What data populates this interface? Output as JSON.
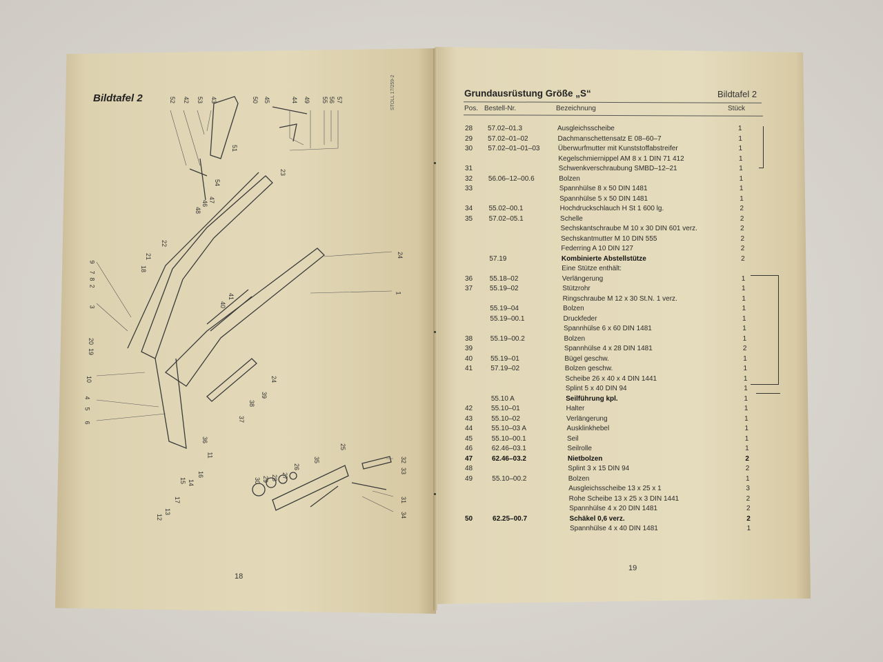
{
  "left_page": {
    "title": "Bildtafel 2",
    "stamp": "STOLL 17/259-2",
    "page_number": "18",
    "callouts": [
      "52",
      "42",
      "53",
      "43",
      "50",
      "45",
      "44",
      "49",
      "55",
      "56",
      "57",
      "51",
      "23",
      "48",
      "46",
      "47",
      "54",
      "9",
      "7",
      "8",
      "2",
      "3",
      "20",
      "19",
      "10",
      "4",
      "5",
      "6",
      "18",
      "21",
      "22",
      "24",
      "1",
      "40",
      "41",
      "39",
      "38",
      "37",
      "36",
      "11",
      "16",
      "14",
      "15",
      "17",
      "13",
      "12",
      "24",
      "25",
      "35",
      "26",
      "27",
      "28",
      "29",
      "30",
      "32",
      "33",
      "31",
      "34"
    ]
  },
  "right_page": {
    "title": "Grundausrüstung Größe „S“",
    "plate": "Bildtafel 2",
    "page_number": "19",
    "columns": {
      "pos": "Pos.",
      "nr": "Bestell-Nr.",
      "desc": "Bezeichnung",
      "qty": "Stück"
    },
    "rows": [
      {
        "pos": "28",
        "nr": "57.02–01.3",
        "desc": "Ausgleichsscheibe",
        "qty": "1"
      },
      {
        "pos": "29",
        "nr": "57.02–01–02",
        "desc": "Dachmanschettensatz E 08–60–7",
        "qty": "1"
      },
      {
        "pos": "30",
        "nr": "57.02–01–01–03",
        "desc": "Überwurfmutter mit Kunststoffabstreifer",
        "qty": "1"
      },
      {
        "pos": "",
        "nr": "",
        "desc": "Kegelschmiernippel AM 8 x 1 DIN 71 412",
        "qty": "1"
      },
      {
        "pos": "31",
        "nr": "",
        "desc": "Schwenkverschraubung SMBD–12–21",
        "qty": "1"
      },
      {
        "pos": "32",
        "nr": "56.06–12–00.6",
        "desc": "Bolzen",
        "qty": "1"
      },
      {
        "pos": "33",
        "nr": "",
        "desc": "Spannhülse 8 x 50 DIN 1481",
        "qty": "1"
      },
      {
        "pos": "",
        "nr": "",
        "desc": "Spannhülse 5 x 50 DIN 1481",
        "qty": "1"
      },
      {
        "pos": "34",
        "nr": "55.02–00.1",
        "desc": "Hochdruckschlauch  H St 1  600 lg.",
        "qty": "2"
      },
      {
        "pos": "35",
        "nr": "57.02–05.1",
        "desc": "Schelle",
        "qty": "2"
      },
      {
        "pos": "",
        "nr": "",
        "desc": "Sechskantschraube M 10 x 30 DIN 601 verz.",
        "qty": "2"
      },
      {
        "pos": "",
        "nr": "",
        "desc": "Sechskantmutter M 10 DIN 555",
        "qty": "2"
      },
      {
        "pos": "",
        "nr": "",
        "desc": "Federring A 10 DIN 127",
        "qty": "2"
      },
      {
        "pos": "",
        "nr": "57.19",
        "desc": "Kombinierte Abstellstütze",
        "qty": "2",
        "style": "descbold"
      },
      {
        "pos": "",
        "nr": "",
        "desc": "Eine Stütze enthält:",
        "qty": ""
      },
      {
        "pos": "36",
        "nr": "55.18–02",
        "desc": "Verlängerung",
        "qty": "1"
      },
      {
        "pos": "37",
        "nr": "55.19–02",
        "desc": "Stützrohr",
        "qty": "1"
      },
      {
        "pos": "",
        "nr": "",
        "desc": "Ringschraube M 12 x 30 St.N. 1 verz.",
        "qty": "1"
      },
      {
        "pos": "",
        "nr": "55.19–04",
        "desc": "Bolzen",
        "qty": "1"
      },
      {
        "pos": "",
        "nr": "55.19–00.1",
        "desc": "Druckfeder",
        "qty": "1"
      },
      {
        "pos": "",
        "nr": "",
        "desc": "Spannhülse 6 x 60 DIN 1481",
        "qty": "1"
      },
      {
        "pos": "38",
        "nr": "55.19–00.2",
        "desc": "Bolzen",
        "qty": "1"
      },
      {
        "pos": "39",
        "nr": "",
        "desc": "Spannhülse 4 x 28 DIN 1481",
        "qty": "2"
      },
      {
        "pos": "40",
        "nr": "55.19–01",
        "desc": "Bügel geschw.",
        "qty": "1"
      },
      {
        "pos": "41",
        "nr": "57.19–02",
        "desc": "Bolzen geschw.",
        "qty": "1"
      },
      {
        "pos": "",
        "nr": "",
        "desc": "Scheibe 26 x 40 x 4 DIN 1441",
        "qty": "1"
      },
      {
        "pos": "",
        "nr": "",
        "desc": "Splint 5 x 40 DIN 94",
        "qty": "1"
      },
      {
        "pos": "",
        "nr": "55.10 A",
        "desc": "Seilführung kpl.",
        "qty": "1",
        "style": "descbold"
      },
      {
        "pos": "42",
        "nr": "55.10–01",
        "desc": "Halter",
        "qty": "1"
      },
      {
        "pos": "43",
        "nr": "55.10–02",
        "desc": "Verlängerung",
        "qty": "1"
      },
      {
        "pos": "44",
        "nr": "55.10–03 A",
        "desc": "Ausklinkhebel",
        "qty": "1"
      },
      {
        "pos": "45",
        "nr": "55.10–00.1",
        "desc": "Seil",
        "qty": "1"
      },
      {
        "pos": "46",
        "nr": "62.46–03.1",
        "desc": "Seilrolle",
        "qty": "1"
      },
      {
        "pos": "47",
        "nr": "62.46–03.2",
        "desc": "Nietbolzen",
        "qty": "2",
        "style": "bold"
      },
      {
        "pos": "48",
        "nr": "",
        "desc": "Splint 3 x 15 DIN 94",
        "qty": "2"
      },
      {
        "pos": "49",
        "nr": "55.10–00.2",
        "desc": "Bolzen",
        "qty": "1"
      },
      {
        "pos": "",
        "nr": "",
        "desc": "Ausgleichsscheibe 13 x 25 x 1",
        "qty": "3"
      },
      {
        "pos": "",
        "nr": "",
        "desc": "Rohe Scheibe 13 x 25 x 3 DIN 1441",
        "qty": "2"
      },
      {
        "pos": "",
        "nr": "",
        "desc": "Spannhülse 4 x 20 DIN 1481",
        "qty": "2"
      },
      {
        "pos": "50",
        "nr": "62.25–00.7",
        "desc": "Schäkel 0,6 verz.",
        "qty": "2",
        "style": "bold"
      },
      {
        "pos": "",
        "nr": "",
        "desc": "Spannhülse 4 x 40 DIN 1481",
        "qty": "1"
      }
    ]
  }
}
